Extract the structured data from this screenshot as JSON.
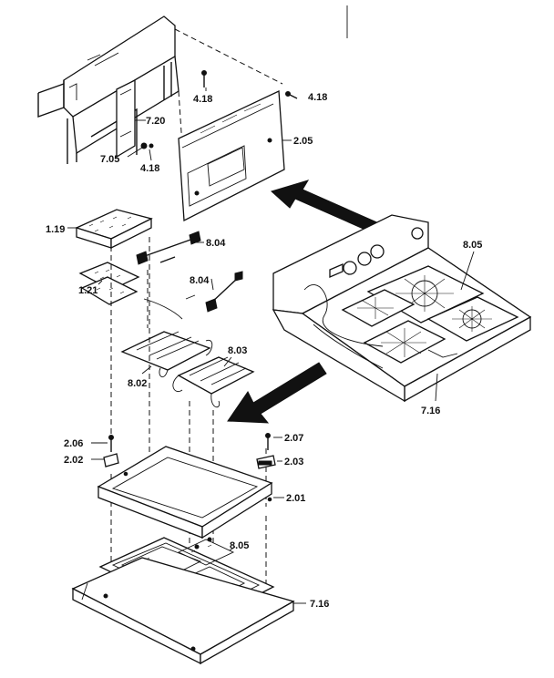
{
  "labels": {
    "l418a": "4.18",
    "l418b": "4.18",
    "l418c": "4.18",
    "l720": "7.20",
    "l705": "7.05",
    "l205": "2.05",
    "l119": "1.19",
    "l804a": "8.04",
    "l804b": "8.04",
    "l121": "1.21",
    "l805a": "8.05",
    "l803": "8.03",
    "l802": "8.02",
    "l716a": "7.16",
    "l206": "2.06",
    "l202": "2.02",
    "l207": "2.07",
    "l203": "2.03",
    "l201": "2.01",
    "l805b": "8.05",
    "l716b": "7.16"
  }
}
